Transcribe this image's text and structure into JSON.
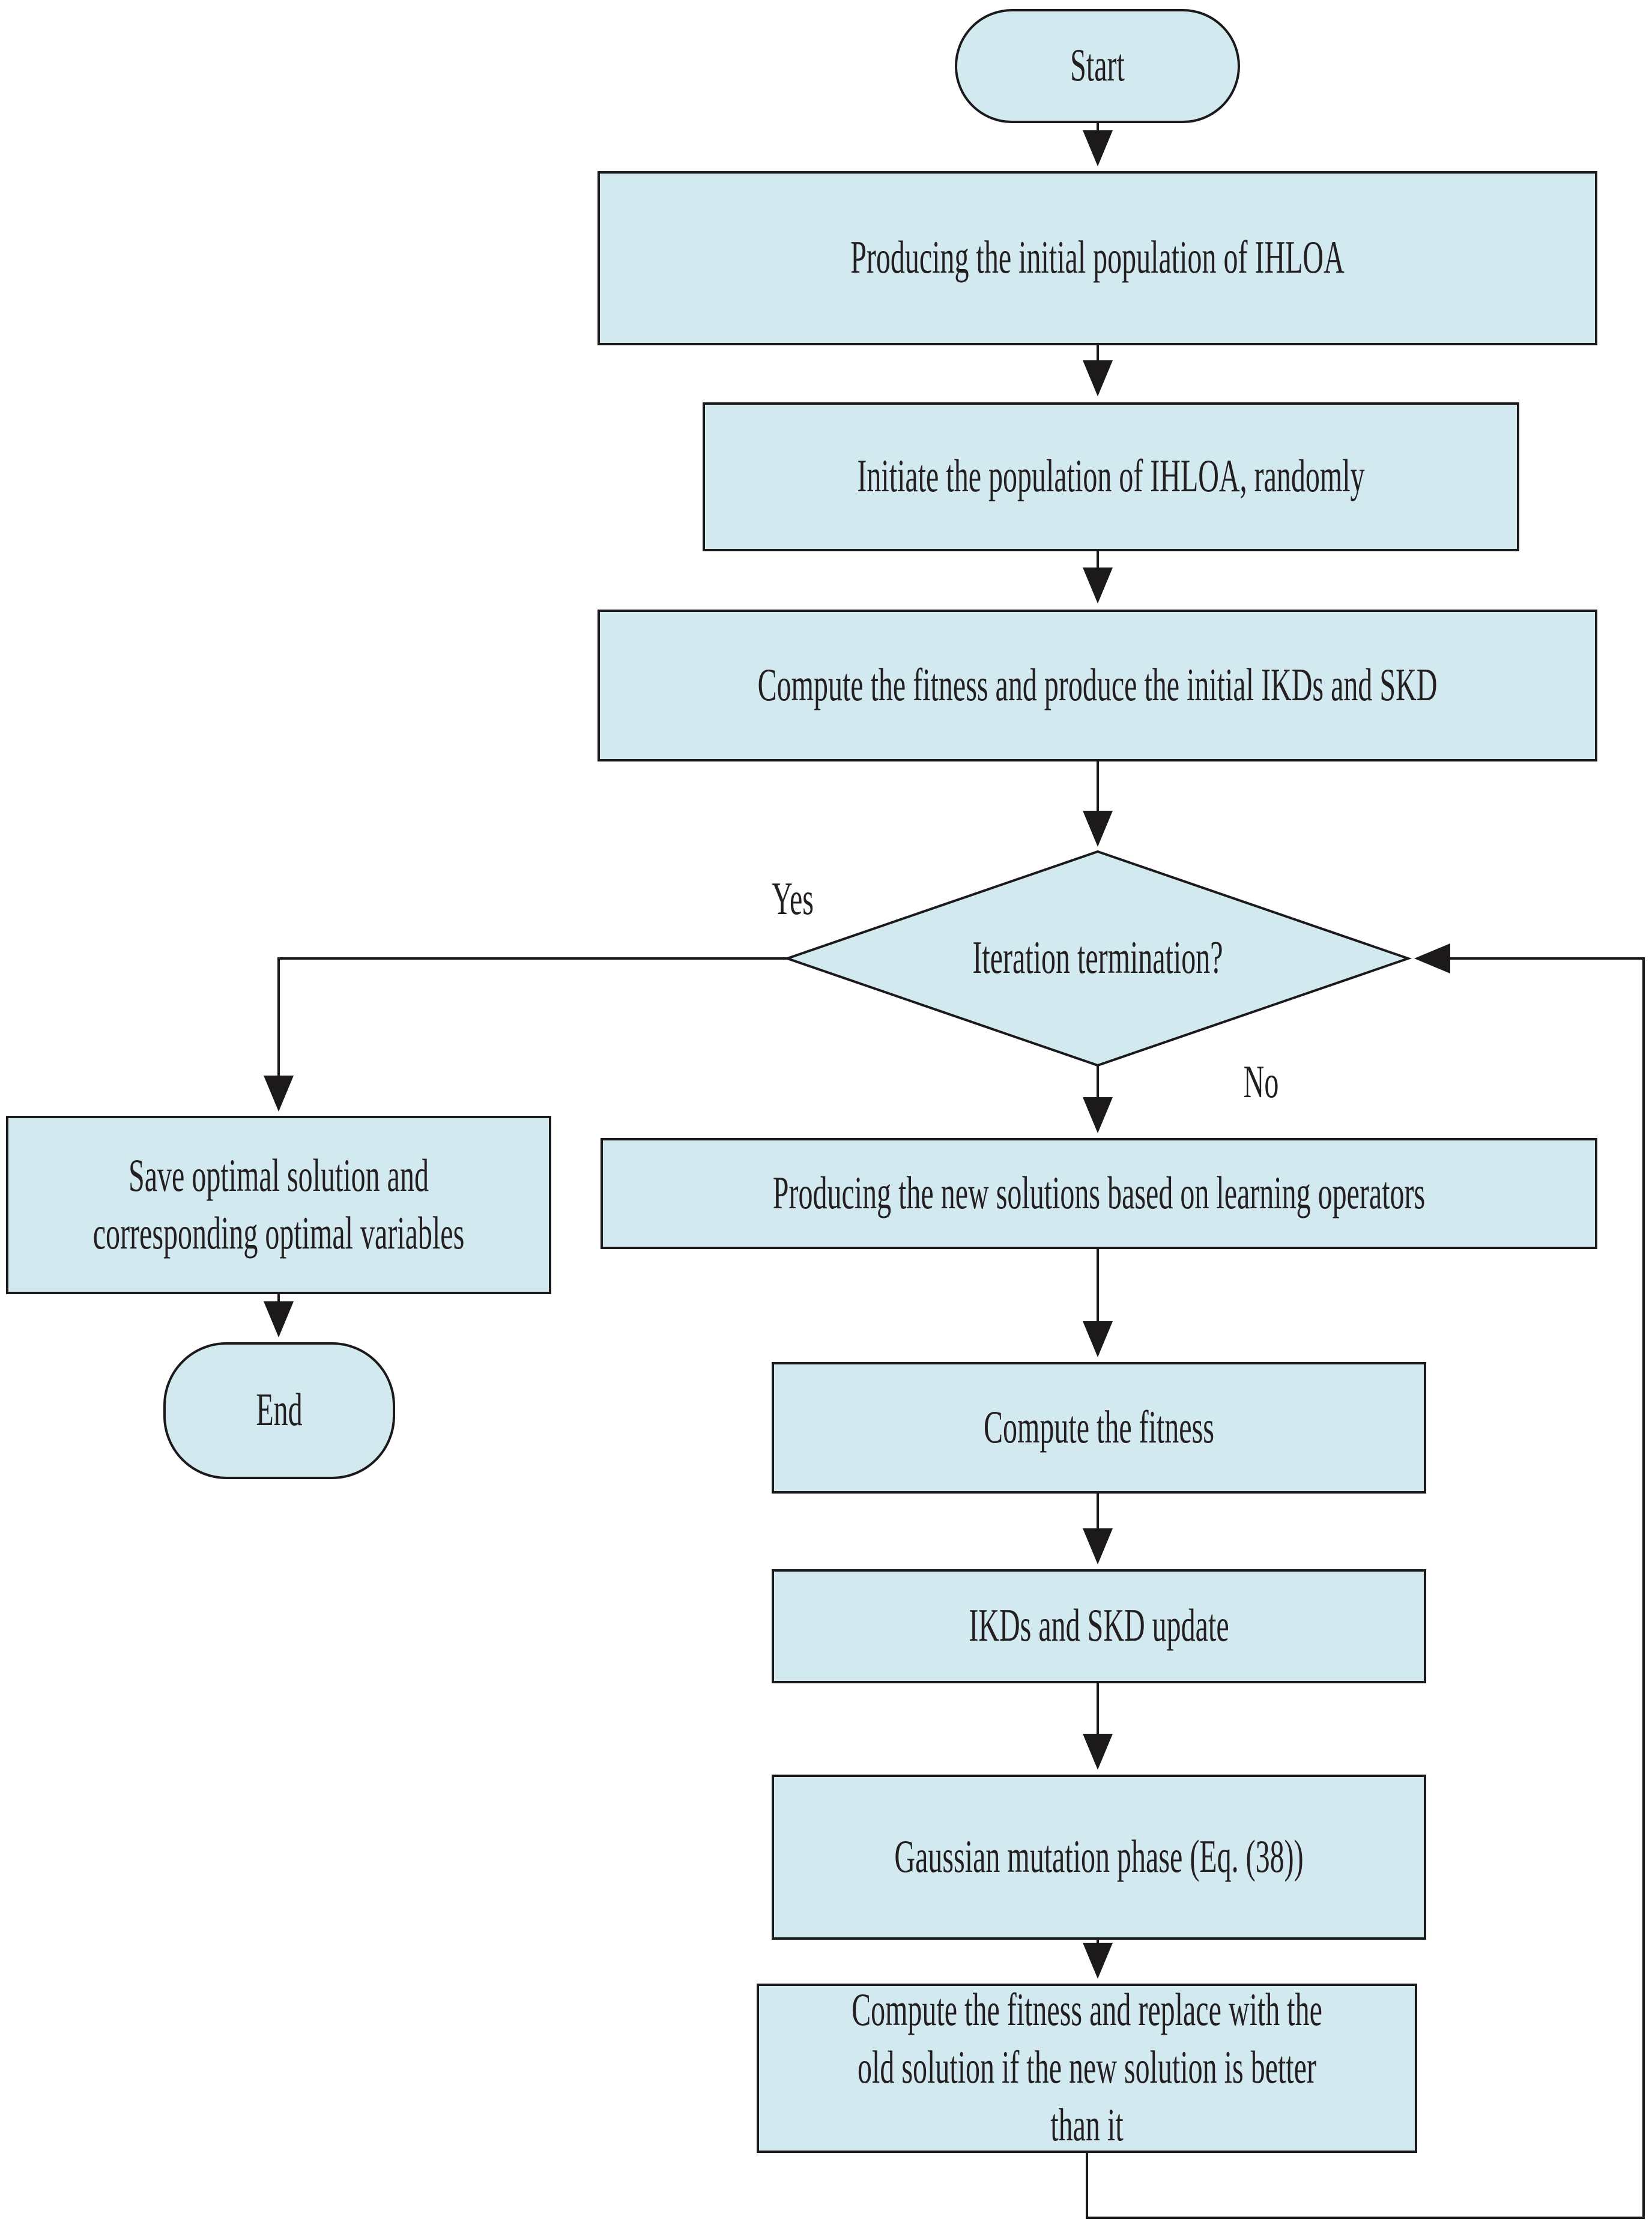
{
  "flowchart": {
    "colors": {
      "node_fill": "#d3e9f0",
      "line_and_border": "#1c191a",
      "text": "#231f20",
      "background": "#ffffff"
    },
    "branch_labels": {
      "yes": "Yes",
      "no": "No"
    },
    "nodes": {
      "start": {
        "type": "terminator",
        "label": "Start"
      },
      "produce_initial": {
        "type": "process",
        "label": "Producing the initial population of IHLOA"
      },
      "initiate": {
        "type": "process",
        "label": "Initiate the population of IHLOA, randomly"
      },
      "compute_initial": {
        "type": "process",
        "label": "Compute the fitness and produce the initial IKDs and SKD"
      },
      "decision": {
        "type": "decision",
        "label": "Iteration termination?"
      },
      "save": {
        "type": "process",
        "label": "Save optimal solution and corresponding optimal variables"
      },
      "end": {
        "type": "terminator",
        "label": "End"
      },
      "produce_new": {
        "type": "process",
        "label": "Producing the new solutions based on learning operators"
      },
      "compute_fitness": {
        "type": "process",
        "label": "Compute the fitness"
      },
      "update": {
        "type": "process",
        "label": "IKDs and SKD update"
      },
      "gaussian": {
        "type": "process",
        "label": "Gaussian mutation phase (Eq. (38))"
      },
      "replace": {
        "type": "process",
        "label": "Compute the fitness and replace with the old solution if the new solution is better than it"
      }
    },
    "edges": [
      {
        "from": "start",
        "to": "produce_initial",
        "label": ""
      },
      {
        "from": "produce_initial",
        "to": "initiate",
        "label": ""
      },
      {
        "from": "initiate",
        "to": "compute_initial",
        "label": ""
      },
      {
        "from": "compute_initial",
        "to": "decision",
        "label": ""
      },
      {
        "from": "decision",
        "to": "save",
        "label": "Yes"
      },
      {
        "from": "save",
        "to": "end",
        "label": ""
      },
      {
        "from": "decision",
        "to": "produce_new",
        "label": "No"
      },
      {
        "from": "produce_new",
        "to": "compute_fitness",
        "label": ""
      },
      {
        "from": "compute_fitness",
        "to": "update",
        "label": ""
      },
      {
        "from": "update",
        "to": "gaussian",
        "label": ""
      },
      {
        "from": "gaussian",
        "to": "replace",
        "label": ""
      },
      {
        "from": "replace",
        "to": "decision",
        "label": ""
      }
    ]
  }
}
